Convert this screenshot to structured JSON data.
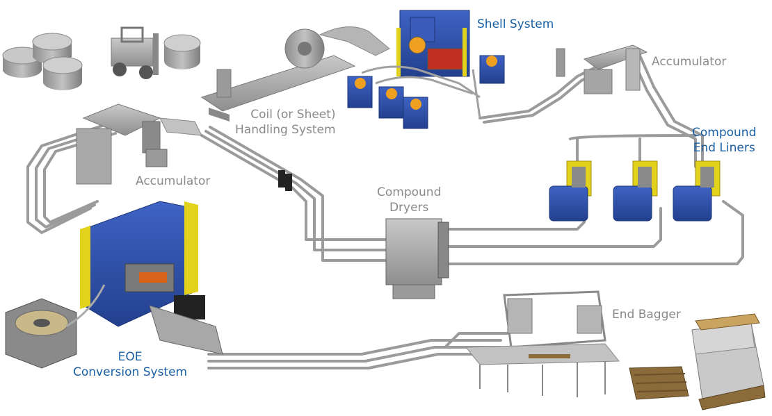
{
  "labels": {
    "shell_system": "Shell System",
    "coil_handling_line1": "Coil (or Sheet)",
    "coil_handling_line2": "Handling System",
    "accumulator_top": "Accumulator",
    "compound_end_liners_line1": "Compound",
    "compound_end_liners_line2": "End Liners",
    "accumulator_left": "Accumulator",
    "compound_dryers_line1": "Compound",
    "compound_dryers_line2": "Dryers",
    "end_bagger": "End Bagger",
    "eoe_line1": "EOE",
    "eoe_line2": "Conversion System"
  },
  "colors": {
    "label_gray": "#8a8a8a",
    "label_blue": "#1a5fa3",
    "machine_blue": "#2d4fa8",
    "machine_yellow": "#e3d21c",
    "conveyor_gray": "#9a9a9a",
    "pallet_wood": "#8b6b3a"
  }
}
